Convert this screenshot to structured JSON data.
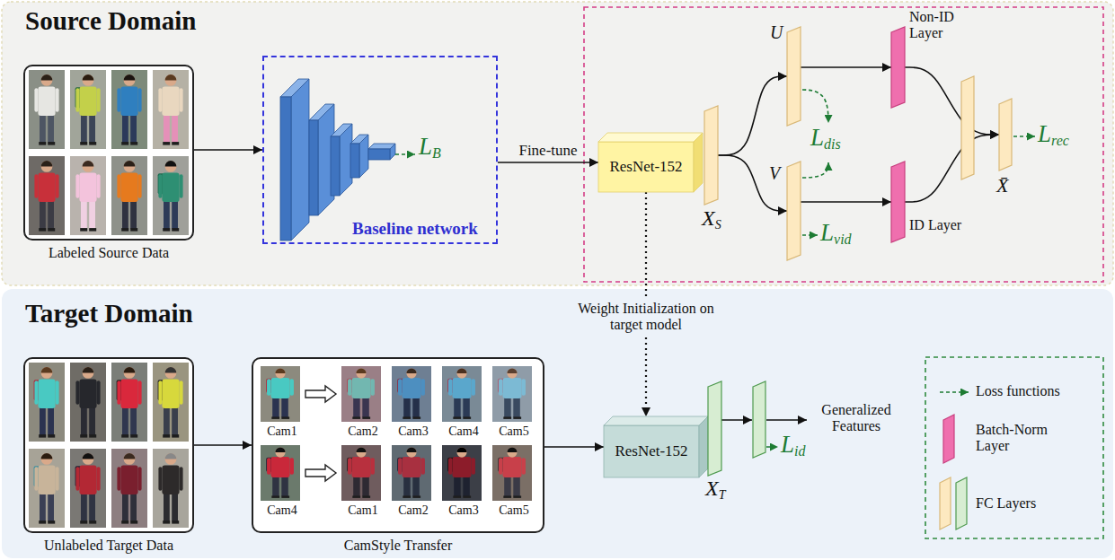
{
  "diagram": {
    "nodes": [
      {
        "text": [
          "Source Domain"
        ]
      },
      {
        "text": [
          "Labeled Source Data"
        ],
        "in": 0
      },
      {
        "text": [
          "Baseline network"
        ],
        "in": 0
      },
      {
        "text": [
          "ResNet-152"
        ],
        "in": 0
      },
      {
        "text": [
          "XS"
        ],
        "in": 0
      },
      {
        "text": [
          "U"
        ],
        "in": 0
      },
      {
        "text": [
          "V"
        ],
        "in": 0
      },
      {
        "text": [
          "Non-ID Layer"
        ],
        "in": 0
      },
      {
        "text": [
          "ID Layer"
        ],
        "in": 0
      },
      {
        "text": [
          "X̄"
        ],
        "in": 0
      },
      {
        "text": [
          "Target Domain"
        ]
      },
      {
        "text": [
          "Unlabeled Target Data"
        ],
        "in": 10
      },
      {
        "text": [
          "Cam1",
          "Cam2",
          "Cam3",
          "Cam4",
          "Cam5",
          "Cam4",
          "Cam1",
          "Cam2",
          "Cam3",
          "Cam5",
          "CamStyle Transfer"
        ],
        "in": 10
      },
      {
        "text": [
          "ResNet-152"
        ],
        "in": 10
      },
      {
        "text": [
          "XT"
        ],
        "in": 10
      }
    ],
    "edges": [
      {
        "from": 1,
        "to": 2,
        "arrow": "to"
      },
      {
        "from": 2,
        "to": 3,
        "label": "Fine-tune",
        "arrow": "to"
      },
      {
        "from": 3,
        "to": 13,
        "label": "Weight Initialization on target model",
        "arrow": "to"
      },
      {
        "from": 4,
        "to": 5,
        "arrow": "to"
      },
      {
        "from": 4,
        "to": 6,
        "arrow": "to"
      },
      {
        "from": 5,
        "to": 7,
        "arrow": "to"
      },
      {
        "from": 6,
        "to": 8,
        "arrow": "to"
      },
      {
        "from": 7,
        "to": 9,
        "arrow": "to"
      },
      {
        "from": 8,
        "to": 9,
        "arrow": "to"
      },
      {
        "from": 11,
        "to": 12,
        "arrow": "to"
      },
      {
        "from": 12,
        "to": 13,
        "arrow": "to"
      }
    ],
    "labels": [
      "LB",
      "Ldis",
      "Lvid",
      "Lrec",
      "Lid",
      "Generalized Features"
    ],
    "legend": [
      {
        "text": "Loss functions"
      },
      {
        "text": "Batch-Norm Layer",
        "color": "#ef6fae"
      },
      {
        "text": "FC Layers"
      }
    ]
  }
}
